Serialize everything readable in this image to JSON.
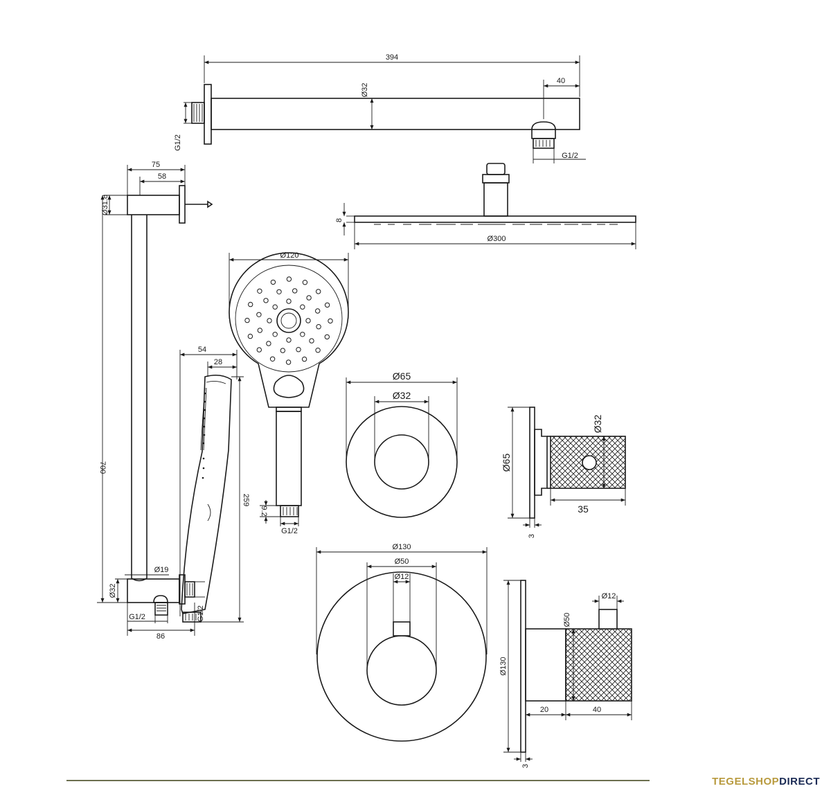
{
  "drawing": {
    "shower_arm": {
      "length": "394",
      "diameter": "Ø32",
      "outlet_offset": "40",
      "thread_wall": "G1/2",
      "thread_outlet": "G1/2"
    },
    "rain_head": {
      "thickness": "8",
      "diameter": "Ø300"
    },
    "riser_rail": {
      "top_depth": "75",
      "top_inner": "58",
      "top_diameter": "Ø31.8",
      "height": "700",
      "rail_diameter": "Ø19",
      "bottom_diameter": "Ø32",
      "thread_bottom": "G1/2",
      "thread_wall": "G1/2",
      "bottom_depth": "86"
    },
    "hand_shower": {
      "head_diameter": "Ø120",
      "depth": "54",
      "head_depth": "28",
      "length": "259",
      "thread_length": "9.2",
      "thread": "G1/2"
    },
    "stop_valve_front": {
      "rosette": "Ø65",
      "knob": "Ø32"
    },
    "stop_valve_side": {
      "rosette": "Ø65",
      "knob": "Ø32",
      "knob_length": "35",
      "rosette_thickness": "3"
    },
    "thermostat_front": {
      "rosette": "Ø130",
      "knob": "Ø50",
      "lever": "Ø12"
    },
    "thermostat_side": {
      "lever": "Ø12",
      "knob": "Ø50",
      "rosette": "Ø130",
      "spindle": "20",
      "knob_length": "40",
      "rosette_thickness": "3"
    }
  },
  "brand": {
    "part1": "TEGELSHOP",
    "part2": "DIRECT",
    "color_gold": "#b89a3e",
    "color_navy": "#1b2b55"
  }
}
